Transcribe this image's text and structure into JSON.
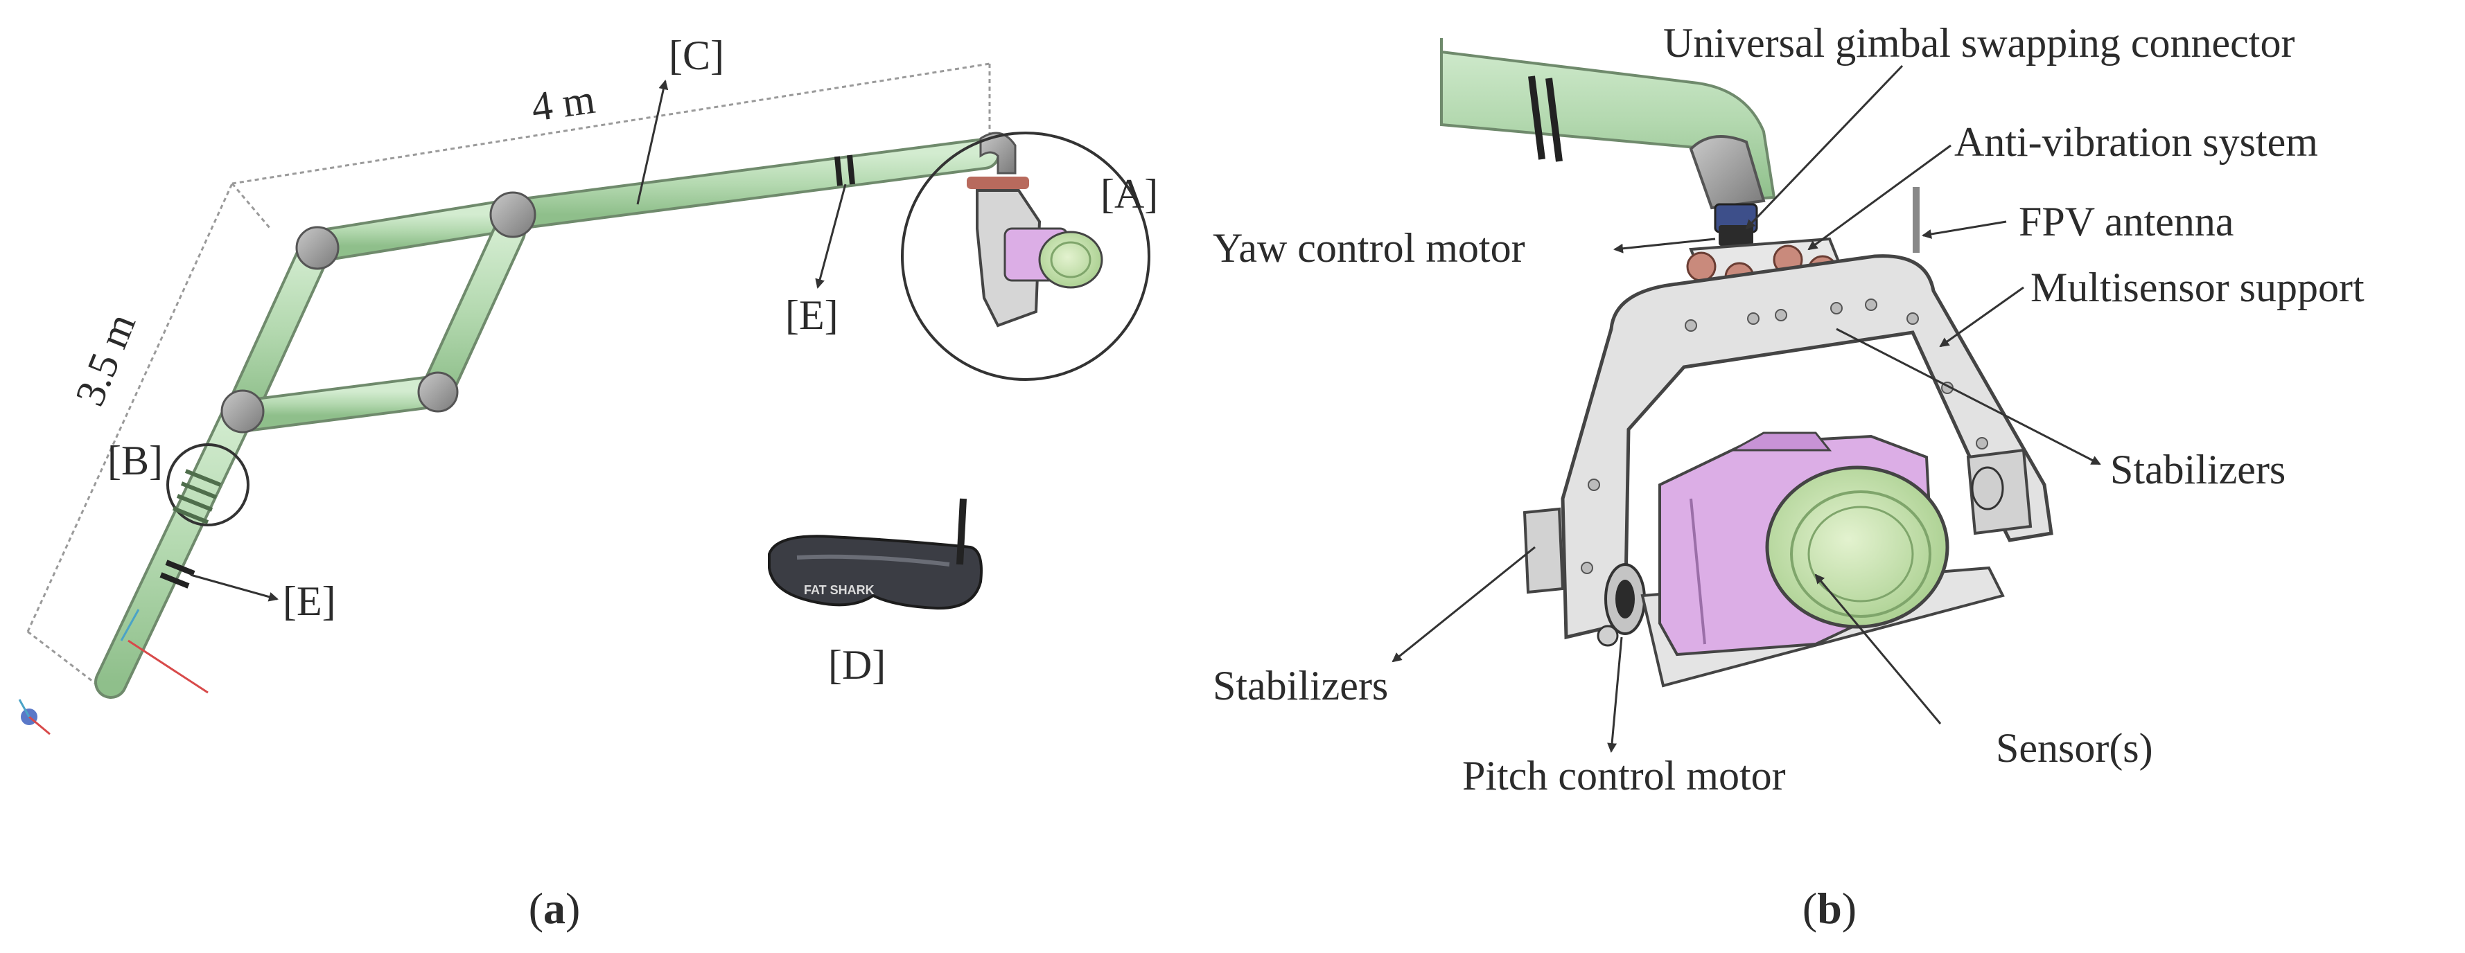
{
  "panel_a": {
    "caption_open": "(",
    "caption_letter": "a",
    "caption_close": ")",
    "label_C": "[C]",
    "label_4m": "4 m",
    "label_35m": "3.5 m",
    "label_A": "[A]",
    "label_E_top": "[E]",
    "label_B": "[B]",
    "label_E_bottom": "[E]",
    "label_D": "[D]",
    "goggles_brand": "FAT SHARK"
  },
  "panel_b": {
    "caption_open": "(",
    "caption_letter": "b",
    "caption_close": ")",
    "universal_connector": "Universal gimbal swapping connector",
    "anti_vibration": "Anti-vibration system",
    "fpv_antenna": "FPV antenna",
    "yaw_motor": "Yaw control motor",
    "multisensor_support": "Multisensor support",
    "stabilizers_right": "Stabilizers",
    "stabilizers_left": "Stabilizers",
    "pitch_motor": "Pitch control motor",
    "sensors": "Sensor(s)"
  },
  "colors": {
    "pipe_green": "#b9dcb6",
    "pipe_outline": "#6f8a6c",
    "joint_grey": "#8f8f8f",
    "camera_pink": "#dcaee6",
    "lens_green": "#cfe6b4",
    "frame_grey": "#d7d7d7",
    "arrow": "#333333"
  }
}
